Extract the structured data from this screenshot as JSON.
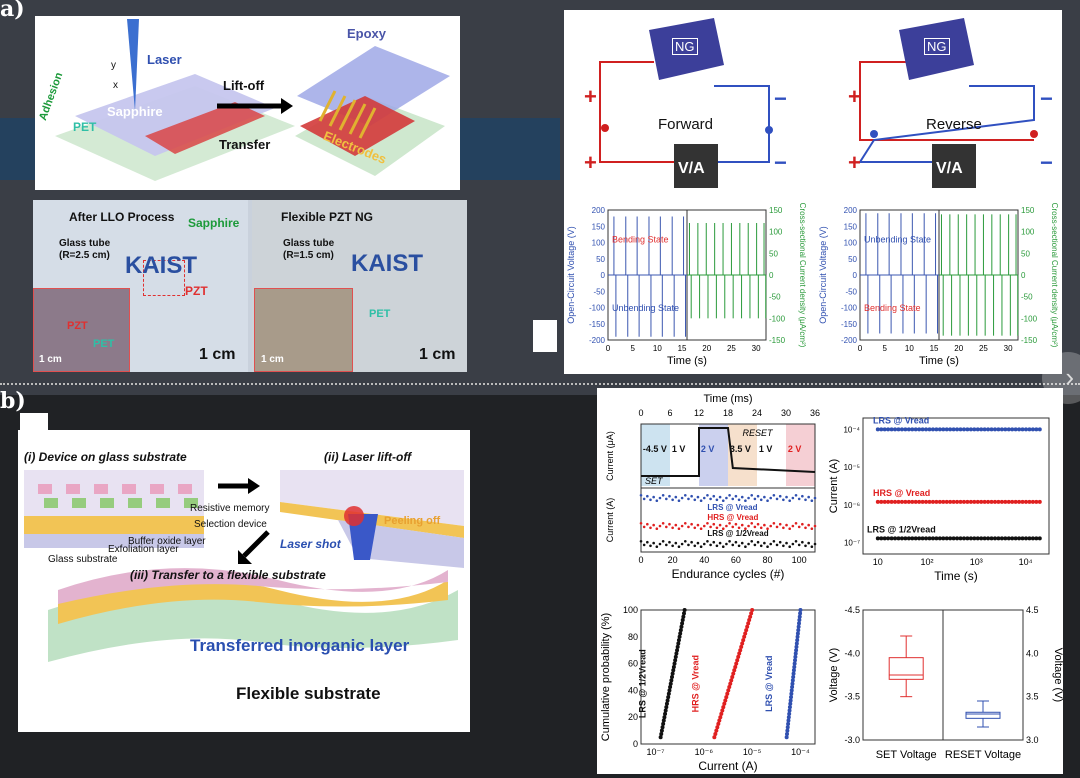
{
  "figure_labels": {
    "a": "a)",
    "b": "b)"
  },
  "panel_a_schematic": {
    "laser": "Laser",
    "adhesion": "Adhesion",
    "sapphire": "Sapphire",
    "pet": "PET",
    "epoxy": "Epoxy",
    "liftoff": "Lift-off",
    "transfer": "Transfer",
    "electrodes": "Electrodes",
    "axis_y": "y",
    "axis_x": "x"
  },
  "panel_a_photos": {
    "left_title": "After LLO Process",
    "sapphire": "Sapphire",
    "glass_tube_left": "Glass tube",
    "radius_left": "(R=2.5 cm)",
    "pzt": "PZT",
    "pet": "PET",
    "scale_small": "1 cm",
    "scale_big": "1 cm",
    "right_title": "Flexible PZT NG",
    "glass_tube_right": "Glass tube",
    "radius_right": "(R=1.5 cm)",
    "pet_right": "PET",
    "scale_small_right": "1 cm",
    "scale_big_right": "1 cm",
    "kaist": "KAIST"
  },
  "panel_a_circuit": {
    "ng": "NG",
    "forward": "Forward",
    "reverse": "Reverse",
    "meter": "V/A",
    "plus": "+",
    "minus": "−"
  },
  "chart_data": [
    {
      "type": "line",
      "title": "Forward",
      "xlabel": "Time (s)",
      "ylabel": "Open-Circuit Voltage (V)",
      "y2label": "Cross-sectional Current density (μA/cm²)",
      "xlim": [
        0,
        32
      ],
      "ylim": [
        -200,
        200
      ],
      "y2lim": [
        -150,
        150
      ],
      "xticks": [
        0,
        5,
        10,
        15,
        20,
        25,
        30
      ],
      "yticks": [
        200,
        150,
        100,
        50,
        0,
        -50,
        -100,
        -150,
        -200
      ],
      "y2ticks": [
        150,
        100,
        50,
        0,
        -50,
        -100,
        -150
      ],
      "annotations": [
        "Bending State",
        "Unbending State"
      ],
      "series": [
        {
          "name": "voltage",
          "color": "#3b57b0",
          "peak_times": [
            1.2,
            3.6,
            5.9,
            8.3,
            10.6,
            13.0,
            15.3
          ],
          "up": 180,
          "down": -190
        },
        {
          "name": "current",
          "color": "#2a9a3a",
          "peak_times": [
            16.5,
            18.2,
            19.9,
            21.6,
            23.3,
            25.0,
            26.7,
            28.4,
            30.1,
            31.6
          ],
          "up": 120,
          "down": -100
        }
      ]
    },
    {
      "type": "line",
      "title": "Reverse",
      "xlabel": "Time (s)",
      "ylabel": "Open-Circuit Voltage (V)",
      "y2label": "Cross-sectional Current density (μA/cm²)",
      "xlim": [
        0,
        32
      ],
      "ylim": [
        -200,
        200
      ],
      "y2lim": [
        -150,
        150
      ],
      "xticks": [
        0,
        5,
        10,
        15,
        20,
        25,
        30
      ],
      "yticks": [
        200,
        150,
        100,
        50,
        0,
        -50,
        -100,
        -150,
        -200
      ],
      "y2ticks": [
        150,
        100,
        50,
        0,
        -50,
        -100,
        -150
      ],
      "annotations": [
        "Unbending State",
        "Bending State"
      ],
      "series": [
        {
          "name": "voltage",
          "color": "#3b57b0",
          "peak_times": [
            1.2,
            3.6,
            5.9,
            8.3,
            10.6,
            13.0,
            15.3
          ],
          "up": 190,
          "down": -180
        },
        {
          "name": "current",
          "color": "#2a9a3a",
          "peak_times": [
            16.5,
            18.2,
            19.9,
            21.6,
            23.3,
            25.0,
            26.7,
            28.4,
            30.1,
            31.6
          ],
          "up": 140,
          "down": -140
        }
      ]
    },
    {
      "type": "line",
      "title": "Endurance",
      "xlabel": "Endurance cycles (#)",
      "x2label": "Time (ms)",
      "ylabel_top": "Current (μA)",
      "ylabel_bottom": "Current (A)",
      "xlim": [
        0,
        110
      ],
      "xticks": [
        0,
        20,
        40,
        60,
        80,
        100
      ],
      "x2ticks": [
        0,
        6,
        12,
        18,
        24,
        30,
        36
      ],
      "pulse_labels": [
        "-4.5 V",
        "1 V",
        "2 V",
        "3.5 V",
        "1 V",
        "2 V"
      ],
      "annotations": [
        "SET",
        "RESET"
      ],
      "series": [
        {
          "name": "LRS @ Vread",
          "color": "#3050b0",
          "level": 0.0001
        },
        {
          "name": "HRS @ Vread",
          "color": "#e02020",
          "level": 1e-06
        },
        {
          "name": "LRS @ 1/2Vread",
          "color": "#111111",
          "level": 1e-07
        }
      ]
    },
    {
      "type": "scatter",
      "title": "Retention",
      "xlabel": "Time (s)",
      "ylabel": "Current (A)",
      "xscale": "log",
      "yscale": "log",
      "xticks": [
        "10",
        "10²",
        "10³",
        "10⁴"
      ],
      "yticks": [
        "10⁻⁴",
        "10⁻⁵",
        "10⁻⁶",
        "10⁻⁷"
      ],
      "series": [
        {
          "name": "LRS @ Vread",
          "color": "#3050b0",
          "level": 0.0001
        },
        {
          "name": "HRS @ Vread",
          "color": "#e02020",
          "level": 1.2e-06
        },
        {
          "name": "LRS @ 1/2Vread",
          "color": "#111111",
          "level": 1.3e-07
        }
      ]
    },
    {
      "type": "scatter",
      "title": "Cumulative probability",
      "xlabel": "Current (A)",
      "ylabel": "Cumulative probability (%)",
      "xscale": "log",
      "xticks": [
        "10⁻⁷",
        "10⁻⁶",
        "10⁻⁵",
        "10⁻⁴"
      ],
      "yticks": [
        0,
        20,
        40,
        60,
        80,
        100
      ],
      "series": [
        {
          "name": "LRS @ 1/2Vread",
          "color": "#111111",
          "x_range": [
            1.2e-07,
            4e-07
          ]
        },
        {
          "name": "HRS @ Vread",
          "color": "#e02020",
          "x_range": [
            1.5e-06,
            1e-05
          ]
        },
        {
          "name": "LRS @ Vread",
          "color": "#3050b0",
          "x_range": [
            5e-05,
            0.0001
          ]
        }
      ]
    },
    {
      "type": "box",
      "title": "Switching voltage",
      "ylabel": "Voltage (V)",
      "y2label": "Voltage (V)",
      "ylim": [
        -4.5,
        -3.0
      ],
      "y2lim": [
        3.0,
        4.5
      ],
      "yticks": [
        -4.5,
        -4.0,
        -3.5,
        -3.0
      ],
      "y2ticks": [
        4.5,
        4.0,
        3.5,
        3.0
      ],
      "categories": [
        "SET Voltage",
        "RESET Voltage"
      ],
      "boxes": [
        {
          "name": "SET Voltage",
          "color": "#e03030",
          "axis": "left",
          "min": -4.2,
          "q1": -3.95,
          "median": -3.75,
          "q3": -3.7,
          "max": -3.5
        },
        {
          "name": "RESET Voltage",
          "color": "#3050b0",
          "axis": "right",
          "min": 3.15,
          "q1": 3.25,
          "median": 3.3,
          "q3": 3.32,
          "max": 3.45
        }
      ]
    }
  ],
  "panel_b_schematic": {
    "step1": "(i) Device on glass substrate",
    "step2": "(ii) Laser lift-off",
    "step3": "(iii) Transfer to a flexible substrate",
    "resistive_memory": "Resistive memory",
    "selection_device": "Selection device",
    "buffer_oxide": "Buffer oxide layer",
    "exfoliation": "Exfoliation layer",
    "glass_substrate": "Glass substrate",
    "peeling_off": "Peeling off",
    "laser_shot": "Laser shot",
    "transferred_layer": "Transferred inorganic layer",
    "flexible_substrate": "Flexible substrate"
  },
  "colors": {
    "accent_blue": "#3050b0",
    "accent_red": "#e02020",
    "accent_green": "#2a9a3a"
  }
}
